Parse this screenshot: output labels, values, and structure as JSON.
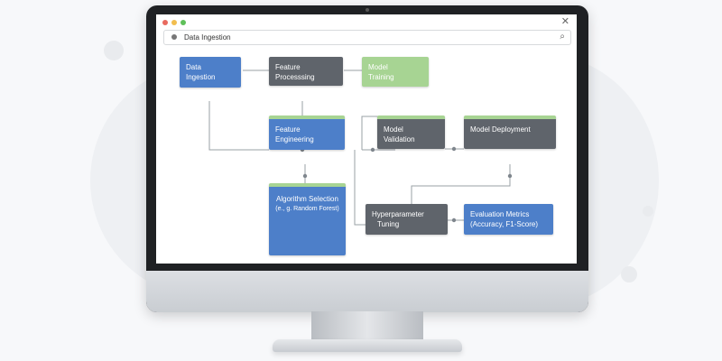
{
  "window": {
    "address_text": "Data Ingestion",
    "close_glyph": "✕",
    "search_glyph": "⌕",
    "traffic_lights": [
      "#e96a5f",
      "#f2be4f",
      "#5fc05a"
    ]
  },
  "colors": {
    "node_blue": "#4d7fc9",
    "node_gray": "#5f646b",
    "node_green": "#a7d493",
    "connector": "#9aa0a6"
  },
  "nodes": {
    "data_ingestion": {
      "line1": "Data",
      "line2": "Ingestion"
    },
    "feature_processing": {
      "line1": "Feature",
      "line2": "Processsing"
    },
    "model_training": {
      "line1": "Model",
      "line2": "Training"
    },
    "feature_engineering": {
      "line1": "Feature",
      "line2": "Engineering"
    },
    "model_validation": {
      "line1": "Model",
      "line2": "Validation"
    },
    "model_deployment": {
      "line1": "Model Deployment"
    },
    "algorithm_selection": {
      "line1": "Algorithm Selection",
      "line2": "(e., g. Random Forest)"
    },
    "hyperparameter_tuning": {
      "line1": "Hyperparameter",
      "line2": "Tuning"
    },
    "evaluation_metrics": {
      "line1": "Evaluation Metrics",
      "line2": "(Accuracy, F1-Score)"
    }
  }
}
